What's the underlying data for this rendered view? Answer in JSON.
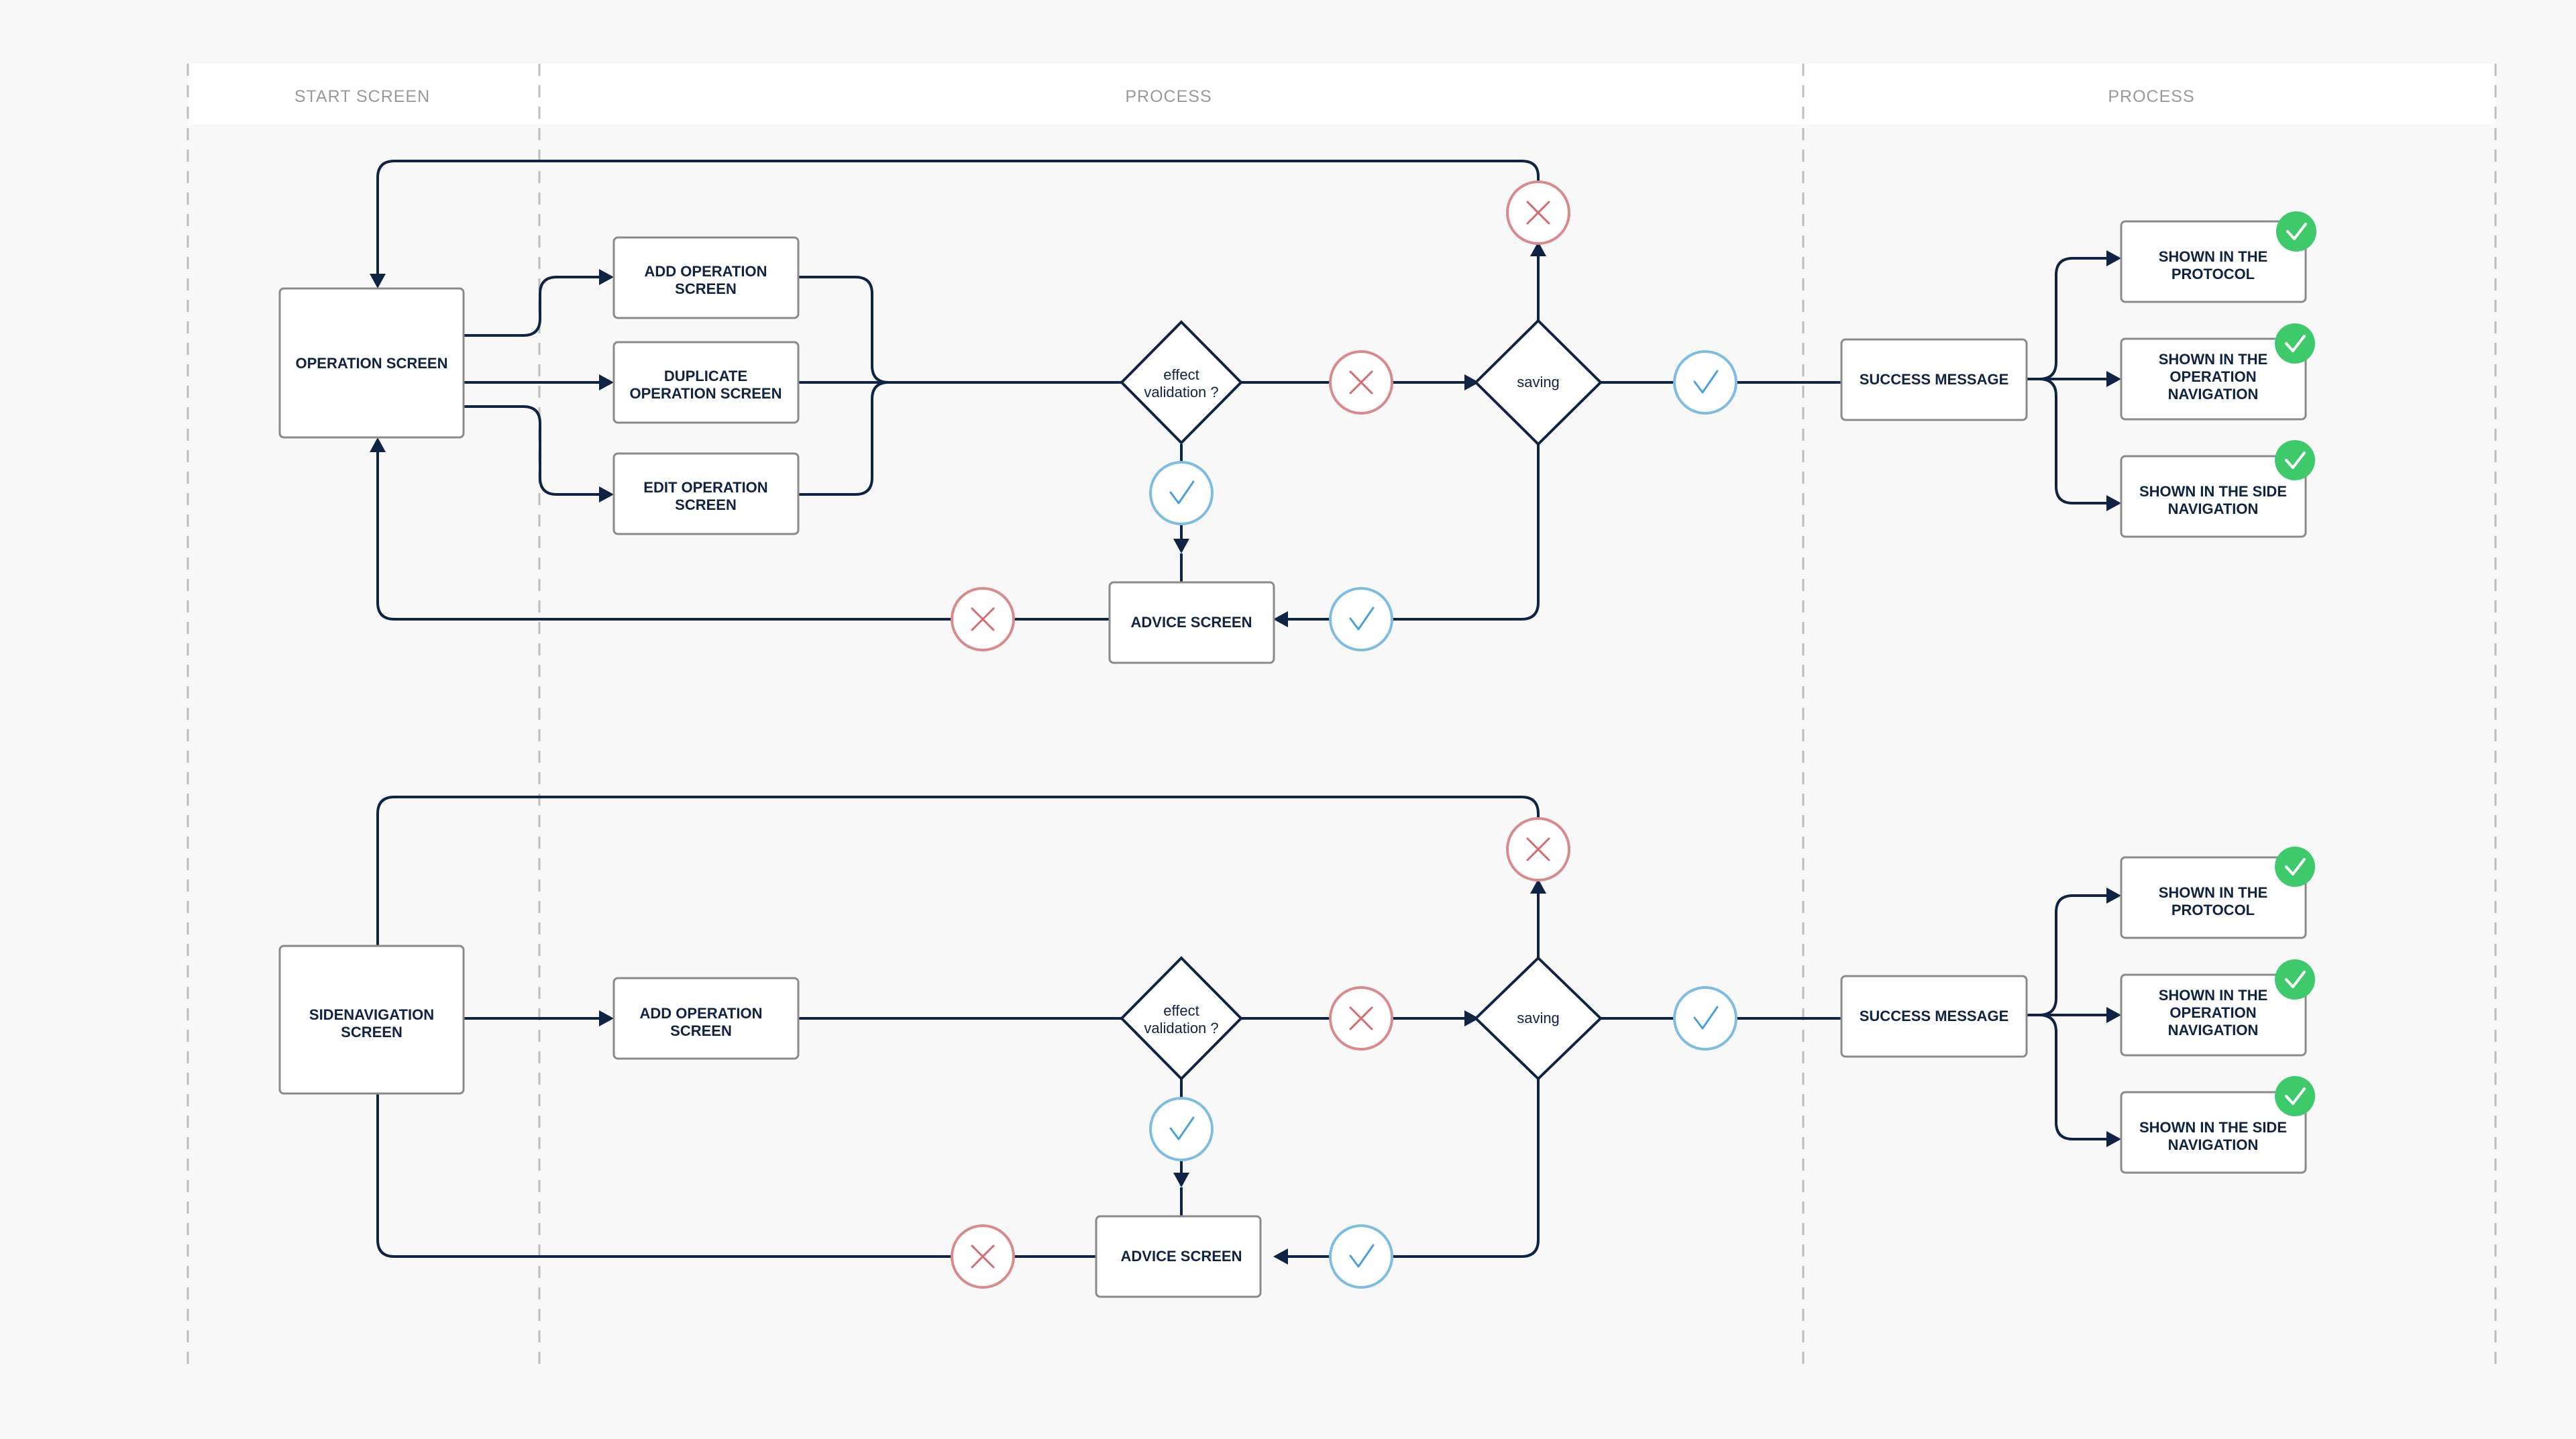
{
  "lanes": {
    "start": "START SCREEN",
    "process1": "PROCESS",
    "process2": "PROCESS"
  },
  "flow1": {
    "operation_screen": "OPERATION SCREEN",
    "add_operation_screen": [
      "ADD OPERATION",
      "SCREEN"
    ],
    "duplicate_operation_screen": [
      "DUPLICATE",
      "OPERATION SCREEN"
    ],
    "edit_operation_screen": [
      "EDIT OPERATION",
      "SCREEN"
    ],
    "effect_validation": [
      "effect",
      "validation ?"
    ],
    "saving": "saving",
    "advice_screen": "ADVICE SCREEN",
    "success_message": "SUCCESS MESSAGE",
    "shown_protocol": [
      "SHOWN IN THE",
      "PROTOCOL"
    ],
    "shown_operation_navigation": [
      "SHOWN IN THE",
      "OPERATION",
      "NAVIGATION"
    ],
    "shown_side_navigation": [
      "SHOWN IN THE SIDE",
      "NAVIGATION"
    ]
  },
  "flow2": {
    "sidenavigation_screen": [
      "SIDENAVIGATION",
      "SCREEN"
    ],
    "add_operation_screen": [
      "ADD OPERATION",
      "SCREEN"
    ],
    "effect_validation": [
      "effect",
      "validation ?"
    ],
    "saving": "saving",
    "advice_screen": "ADVICE SCREEN",
    "success_message": "SUCCESS MESSAGE",
    "shown_protocol": [
      "SHOWN IN THE",
      "PROTOCOL"
    ],
    "shown_operation_navigation": [
      "SHOWN IN THE",
      "OPERATION",
      "NAVIGATION"
    ],
    "shown_side_navigation": [
      "SHOWN IN THE SIDE",
      "NAVIGATION"
    ]
  },
  "colors": {
    "line": "#0f2344",
    "success_circle": "#7dbde3",
    "fail_circle": "#d88a8d",
    "badge_green": "#3ec96b",
    "lane_header": "#ffffff",
    "background": "#f8f8f8"
  },
  "icons": {
    "success": "check-icon",
    "failure": "close-icon",
    "badge": "check-badge-icon"
  }
}
